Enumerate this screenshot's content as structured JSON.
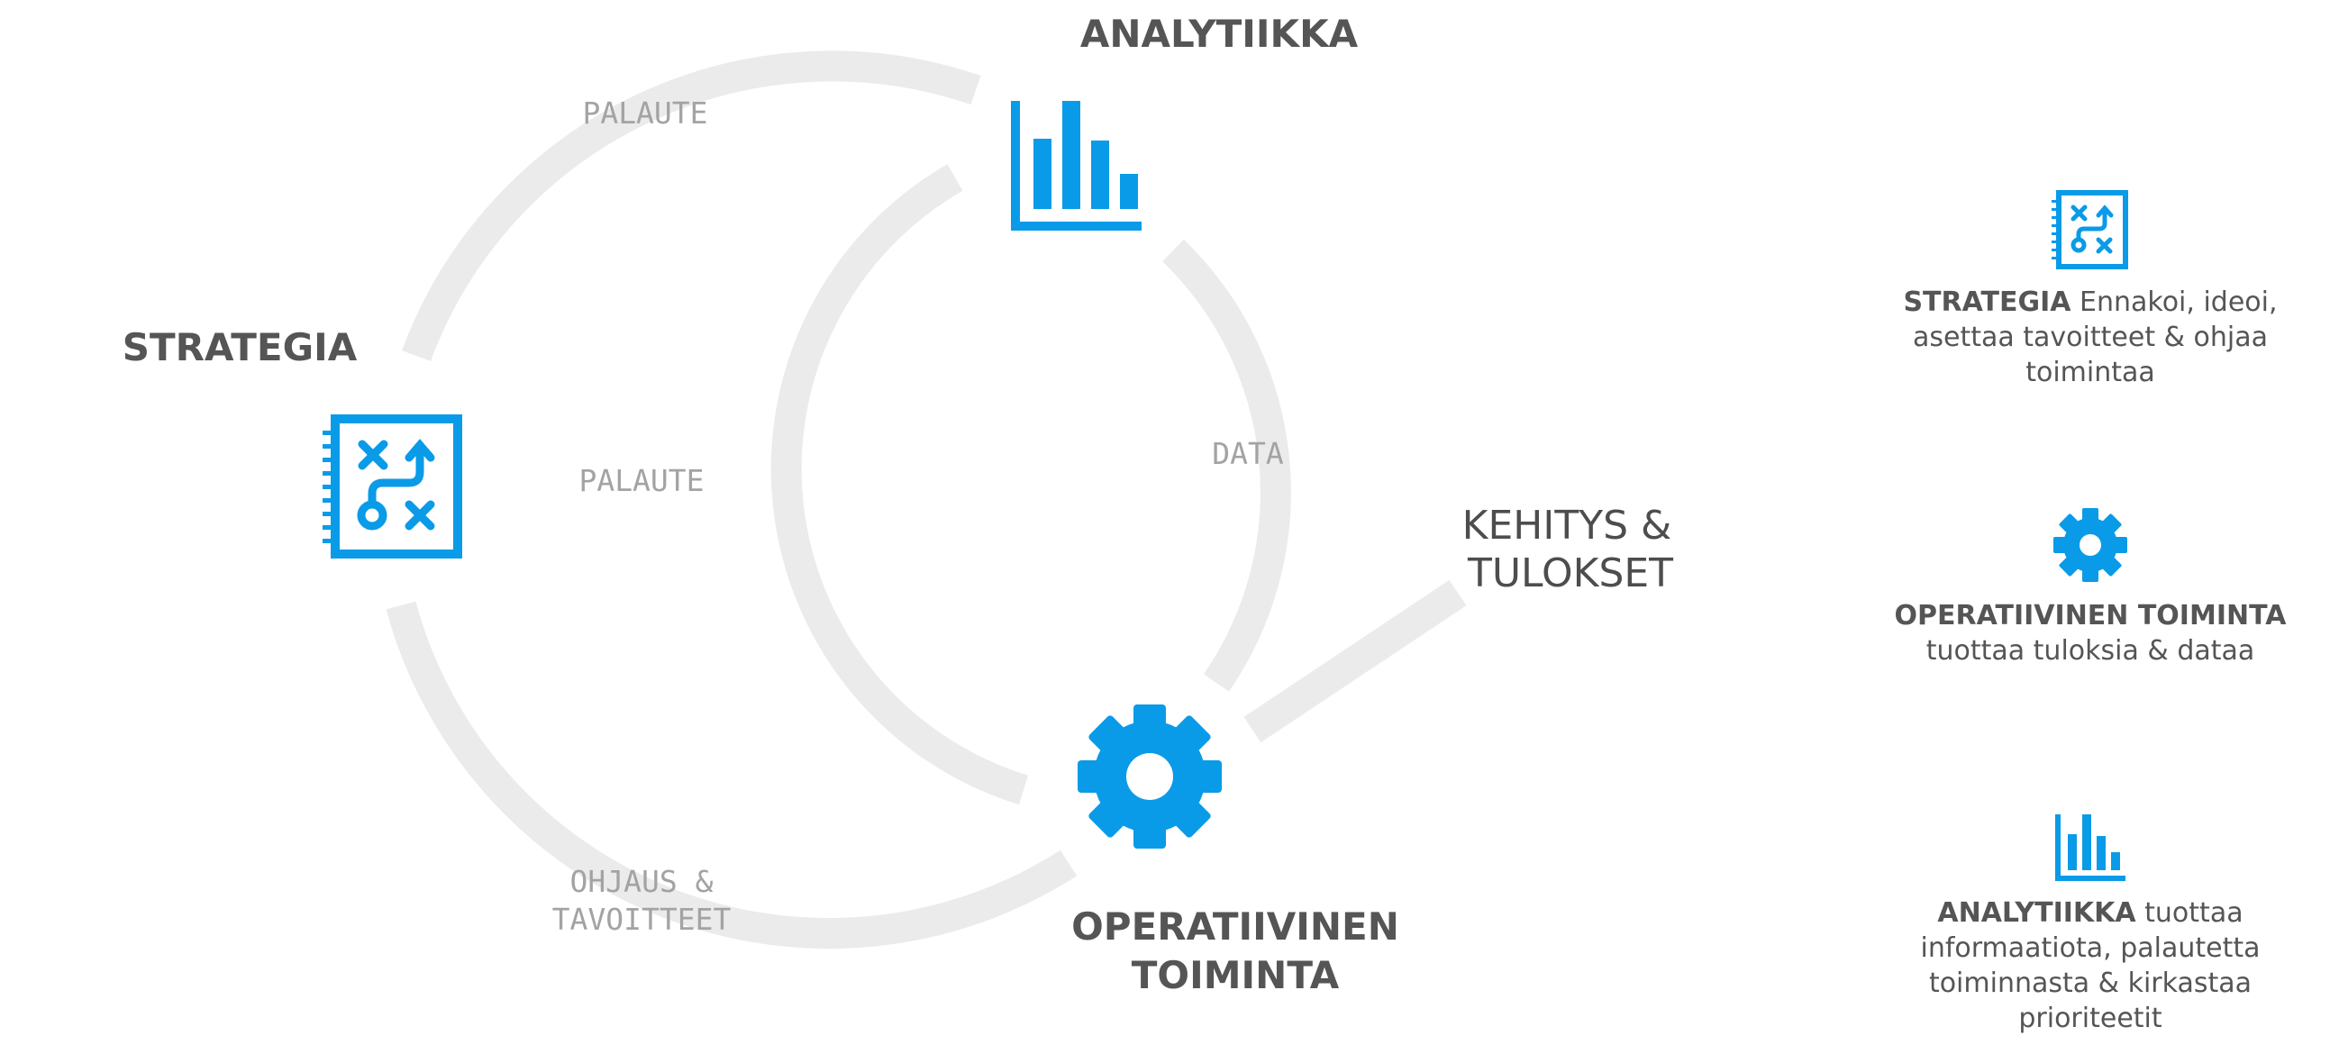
{
  "diagram": {
    "nodes": {
      "analytics": {
        "label": "ANALYTIIKKA",
        "icon": "bar-chart-icon"
      },
      "strategy": {
        "label": "STRATEGIA",
        "icon": "strategy-plan-icon"
      },
      "operations": {
        "label_line1": "OPERATIIVINEN",
        "label_line2": "TOIMINTA",
        "icon": "gear-icon"
      }
    },
    "edges": {
      "outer_feedback": "PALAUTE",
      "inner_feedback": "PALAUTE",
      "data": "DATA",
      "guidance_line1": "OHJAUS &",
      "guidance_line2": "TAVOITTEET"
    },
    "result": {
      "line1": "KEHITYS &",
      "line2": "TULOKSET"
    }
  },
  "legend": [
    {
      "title": "STRATEGIA",
      "text": "Ennakoi, ideoi, asettaa tavoitteet & ohjaa toimintaa",
      "icon": "strategy-plan-icon"
    },
    {
      "title": "OPERATIIVINEN TOIMINTA",
      "text": "tuottaa tuloksia & dataa",
      "icon": "gear-icon"
    },
    {
      "title": "ANALYTIIKKA",
      "text": "tuottaa informaatiota, palautetta toiminnasta & kirkastaa prioriteetit",
      "icon": "bar-chart-icon"
    }
  ],
  "colors": {
    "accent": "#0a9be8",
    "ring": "#ebebeb",
    "heading": "#555555",
    "edge_text": "#a3a3a3"
  }
}
